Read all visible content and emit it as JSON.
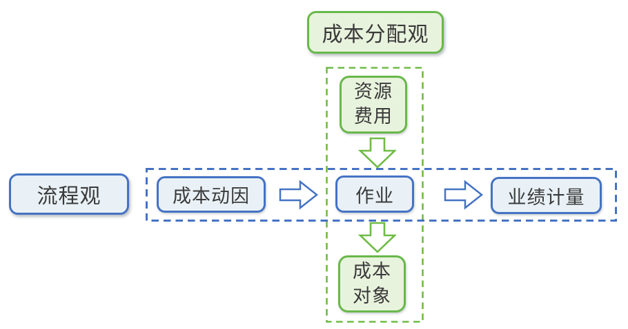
{
  "diagram": {
    "cost_assignment_view": {
      "title": "成本分配观"
    },
    "process_view": {
      "title": "流程观"
    },
    "nodes": {
      "resource_cost": {
        "lines": [
          "资源",
          "费用"
        ]
      },
      "cost_driver": {
        "label": "成本动因"
      },
      "activity": {
        "label": "作业"
      },
      "performance_measure": {
        "label": "业绩计量"
      },
      "cost_object": {
        "lines": [
          "成本",
          "对象"
        ]
      }
    },
    "colors": {
      "green_border": "#68b84a",
      "green_fill": "#e8f3dd",
      "blue_border": "#4472c4",
      "blue_fill": "#e9f1f6",
      "text": "#3a3a3a",
      "background": "#ffffff"
    }
  }
}
